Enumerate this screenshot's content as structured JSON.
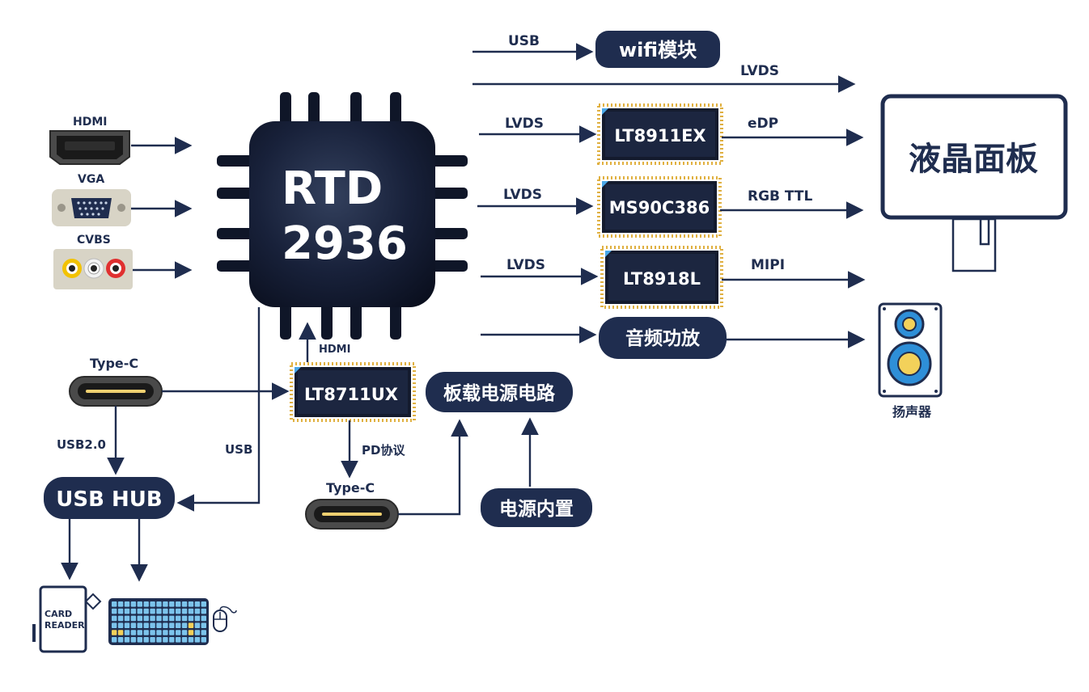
{
  "soc": {
    "name": "RTD",
    "model": "2936"
  },
  "inputs": {
    "hdmi": "HDMI",
    "vga": "VGA",
    "cvbs": "CVBS",
    "typec_top": "Type-C",
    "typec_bottom": "Type-C"
  },
  "chips": {
    "lt8911ex": "LT8911EX",
    "ms90c386": "MS90C386",
    "lt8918l": "LT8918L",
    "lt8711ux": "LT8711UX"
  },
  "pills": {
    "wifi": "wifi模块",
    "audio_amp": "音频功放",
    "usb_hub": "USB HUB",
    "board_power": "板载电源电路",
    "builtin_power": "电源内置"
  },
  "links": {
    "usb_wifi": "USB",
    "lvds_direct": "LVDS",
    "lvds_1": "LVDS",
    "lvds_2": "LVDS",
    "lvds_3": "LVDS",
    "edp": "eDP",
    "rgb_ttl": "RGB TTL",
    "mipi": "MIPI",
    "hdmi_up": "HDMI",
    "pd": "PD协议",
    "usb2": "USB2.0",
    "usb_left": "USB"
  },
  "outputs": {
    "lcd": "液晶面板",
    "speaker": "扬声器",
    "card_reader_1": "CARD",
    "card_reader_2": "READER"
  },
  "colors": {
    "navy": "#1f2d4f",
    "chip_dark": "#141b2e",
    "pin_gold": "#e0b040",
    "key_blue": "#7cc4ec",
    "key_yellow": "#f3d15a"
  }
}
